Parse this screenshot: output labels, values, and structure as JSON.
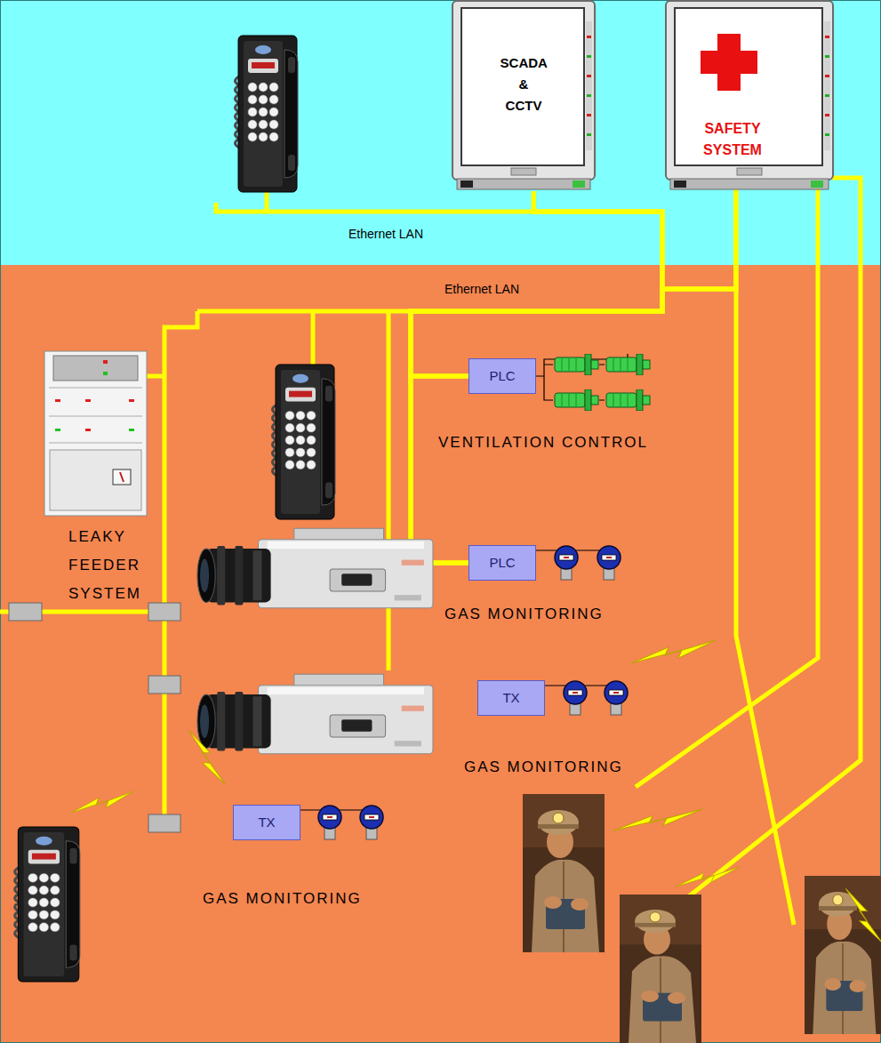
{
  "diagram": {
    "nodes": [
      {
        "text": [
          "SCADA & CCTV"
        ]
      },
      {
        "text": [
          "SAFETY SYSTEM"
        ]
      },
      {
        "text": [
          "PLC"
        ]
      },
      {
        "text": [
          "PLC"
        ]
      },
      {
        "text": [
          "TX"
        ]
      },
      {
        "text": [
          "TX"
        ]
      }
    ],
    "edges": [
      {
        "from": 0,
        "to": 2,
        "arrow": "none"
      },
      {
        "from": 0,
        "to": 3,
        "arrow": "none"
      },
      {
        "from": 1,
        "to": 2,
        "arrow": "none"
      },
      {
        "from": 1,
        "to": 3,
        "arrow": "none"
      }
    ],
    "labels": [
      "Ethernet LAN",
      "Ethernet LAN",
      "VENTILATION CONTROL",
      "LEAKY FEEDER SYSTEM",
      "GAS MONITORING",
      "GAS MONITORING",
      "GAS MONITORING"
    ]
  }
}
